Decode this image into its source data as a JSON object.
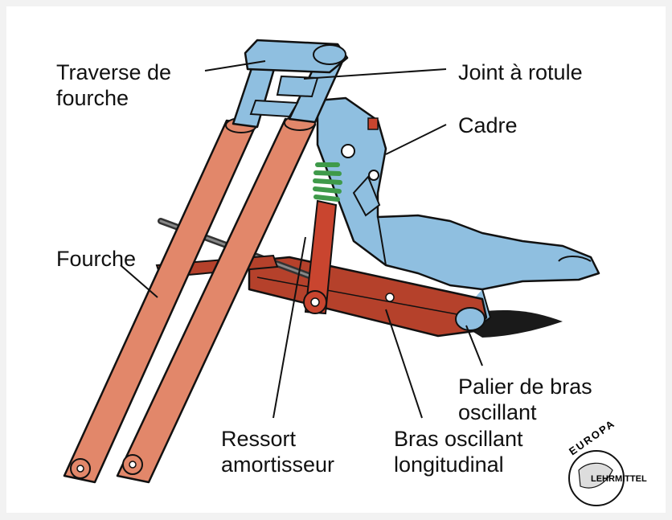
{
  "labels": {
    "fork_crown": "Traverse de\nfourche",
    "ball_joint": "Joint à rotule",
    "frame": "Cadre",
    "fork": "Fourche",
    "swingarm_bearing": "Palier de bras\noscillant",
    "shock_spring": "Ressort\namortisseur",
    "swingarm": "Bras oscillant\nlongitudinal"
  },
  "logo": {
    "top_text": "EUROPA",
    "bottom_text": "LEHRMITTEL"
  },
  "colors": {
    "background": "#f2f2f2",
    "frame_blue": "#8fbfe0",
    "fork_orange": "#e2876a",
    "shock_red": "#c9452f",
    "spring_green": "#3f9a4a",
    "outline": "#111111"
  }
}
